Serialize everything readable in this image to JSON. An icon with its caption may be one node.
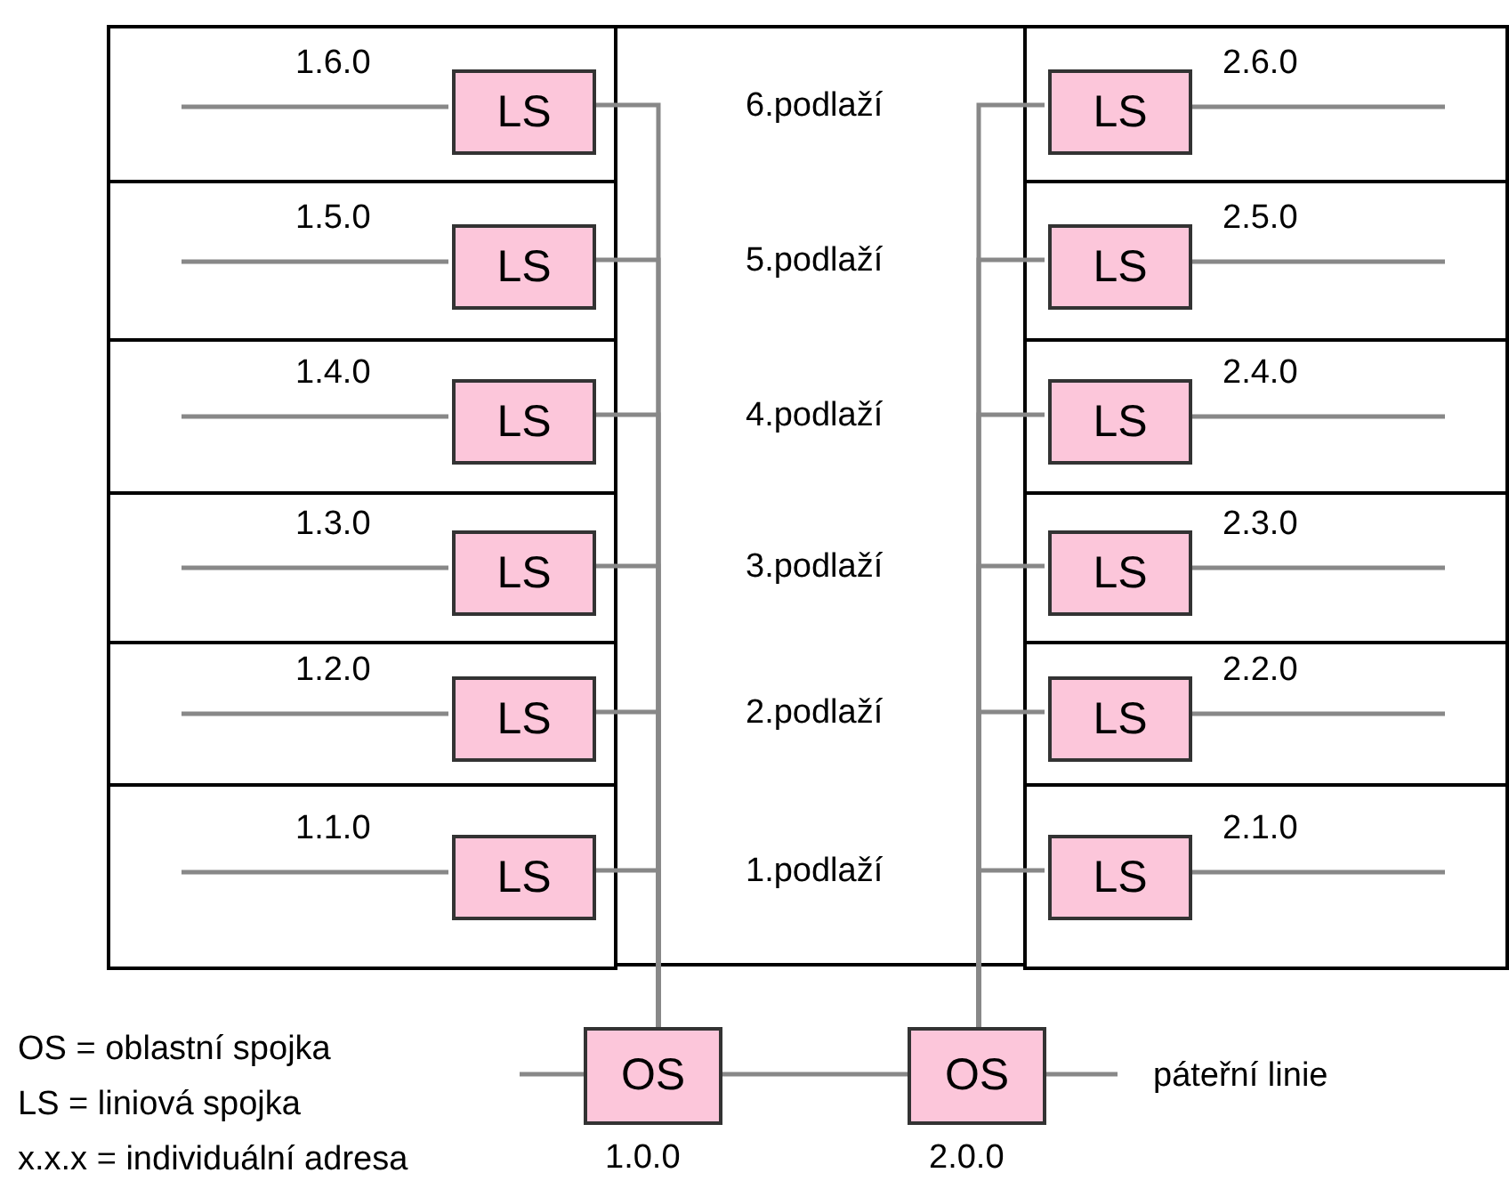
{
  "diagram": {
    "nodes": [
      {
        "text": [],
        "shape": "box"
      },
      {
        "text": [
          "LS"
        ],
        "in": 0,
        "beside": [
          "1.6.0"
        ]
      },
      {
        "text": [],
        "shape": "box"
      },
      {
        "text": [
          "LS"
        ],
        "in": 2,
        "beside": [
          "2.6.0"
        ]
      },
      {
        "text": [],
        "shape": "box"
      },
      {
        "text": [
          "LS"
        ],
        "in": 4,
        "beside": [
          "1.5.0"
        ]
      },
      {
        "text": [],
        "shape": "box"
      },
      {
        "text": [
          "LS"
        ],
        "in": 6,
        "beside": [
          "2.5.0"
        ]
      },
      {
        "text": [],
        "shape": "box"
      },
      {
        "text": [
          "LS"
        ],
        "in": 8,
        "beside": [
          "1.4.0"
        ]
      },
      {
        "text": [],
        "shape": "box"
      },
      {
        "text": [
          "LS"
        ],
        "in": 10,
        "beside": [
          "2.4.0"
        ]
      },
      {
        "text": [],
        "shape": "box"
      },
      {
        "text": [
          "LS"
        ],
        "in": 12,
        "beside": [
          "1.3.0"
        ]
      },
      {
        "text": [],
        "shape": "box"
      },
      {
        "text": [
          "LS"
        ],
        "in": 14,
        "beside": [
          "2.3.0"
        ]
      },
      {
        "text": [],
        "shape": "box"
      },
      {
        "text": [
          "LS"
        ],
        "in": 16,
        "beside": [
          "1.2.0"
        ]
      },
      {
        "text": [],
        "shape": "box"
      },
      {
        "text": [
          "LS"
        ],
        "in": 18,
        "beside": [
          "2.2.0"
        ]
      },
      {
        "text": [],
        "shape": "box"
      },
      {
        "text": [
          "LS"
        ],
        "in": 20,
        "beside": [
          "1.1.0"
        ]
      },
      {
        "text": [],
        "shape": "box"
      },
      {
        "text": [
          "LS"
        ],
        "in": 22,
        "beside": [
          "2.1.0"
        ]
      },
      {
        "text": [
          "OS"
        ],
        "beside": [
          "1.0.0"
        ]
      },
      {
        "text": [
          "OS"
        ],
        "beside": [
          "2.0.0"
        ]
      }
    ],
    "edges": [
      {
        "from": null,
        "to": 1,
        "arrow": "none"
      },
      {
        "from": 1,
        "to": 24,
        "arrow": "none"
      },
      {
        "from": 3,
        "to": null,
        "arrow": "none"
      },
      {
        "from": 3,
        "to": 25,
        "arrow": "none"
      },
      {
        "from": null,
        "to": 5,
        "arrow": "none"
      },
      {
        "from": 5,
        "to": 24,
        "arrow": "none"
      },
      {
        "from": 7,
        "to": null,
        "arrow": "none"
      },
      {
        "from": 7,
        "to": 25,
        "arrow": "none"
      },
      {
        "from": null,
        "to": 9,
        "arrow": "none"
      },
      {
        "from": 9,
        "to": 24,
        "arrow": "none"
      },
      {
        "from": 11,
        "to": null,
        "arrow": "none"
      },
      {
        "from": 11,
        "to": 25,
        "arrow": "none"
      },
      {
        "from": null,
        "to": 13,
        "arrow": "none"
      },
      {
        "from": 13,
        "to": 24,
        "arrow": "none"
      },
      {
        "from": 15,
        "to": null,
        "arrow": "none"
      },
      {
        "from": 15,
        "to": 25,
        "arrow": "none"
      },
      {
        "from": null,
        "to": 17,
        "arrow": "none"
      },
      {
        "from": 17,
        "to": 24,
        "arrow": "none"
      },
      {
        "from": 19,
        "to": null,
        "arrow": "none"
      },
      {
        "from": 19,
        "to": 25,
        "arrow": "none"
      },
      {
        "from": null,
        "to": 21,
        "arrow": "none"
      },
      {
        "from": 21,
        "to": 24,
        "arrow": "none"
      },
      {
        "from": 23,
        "to": null,
        "arrow": "none"
      },
      {
        "from": 23,
        "to": 25,
        "arrow": "none"
      },
      {
        "from": null,
        "to": 24,
        "arrow": "none"
      },
      {
        "from": 24,
        "to": 25,
        "arrow": "none"
      },
      {
        "from": 25,
        "to": null,
        "arrow": "none"
      }
    ],
    "labels": [
      "6.podlaží",
      "5.podlaží",
      "4.podlaží",
      "3.podlaží",
      "2.podlaží",
      "1.podlaží",
      "OS = oblastní spojka",
      "páteřní linie",
      "LS = liniová spojka",
      "x.x.x = individuální adresa"
    ]
  }
}
